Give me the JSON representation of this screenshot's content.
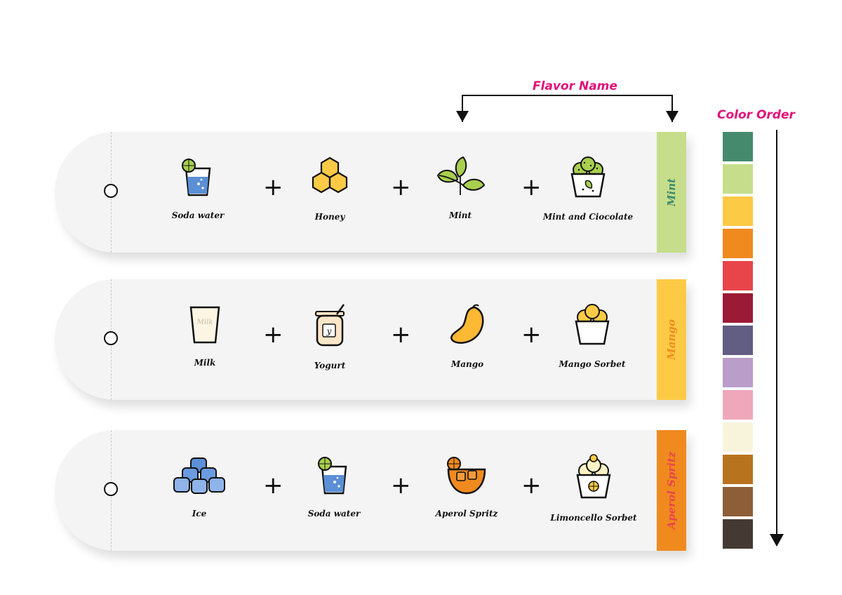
{
  "annotations": {
    "flavor_name_label": "Flavor Name",
    "color_order_label": "Color Order"
  },
  "tags": [
    {
      "flavor": "Mint",
      "band_color": "#c6de8b",
      "flavor_text_color": "#3f8a6a",
      "items": [
        {
          "label": "Soda water",
          "icon": "soda-water-icon"
        },
        {
          "label": "Honey",
          "icon": "honeycomb-icon"
        },
        {
          "label": "Mint",
          "icon": "mint-leaves-icon"
        },
        {
          "label": "Mint and Ciocolate",
          "icon": "mint-ice-cream-cup-icon"
        }
      ]
    },
    {
      "flavor": "Mango",
      "band_color": "#fdca46",
      "flavor_text_color": "#f08a1e",
      "items": [
        {
          "label": "Milk",
          "icon": "milk-glass-icon"
        },
        {
          "label": "Yogurt",
          "icon": "yogurt-jar-icon"
        },
        {
          "label": "Mango",
          "icon": "mango-icon"
        },
        {
          "label": "Mango Sorbet",
          "icon": "mango-sorbet-cup-icon"
        }
      ]
    },
    {
      "flavor": "Aperol Spritz",
      "band_color": "#f08a1e",
      "flavor_text_color": "#e8454a",
      "items": [
        {
          "label": "Ice",
          "icon": "ice-cubes-icon"
        },
        {
          "label": "Soda water",
          "icon": "soda-water-icon"
        },
        {
          "label": "Aperol Spritz",
          "icon": "aperol-spritz-glass-icon"
        },
        {
          "label": "Limoncello Sorbet",
          "icon": "lemon-sorbet-cup-icon"
        }
      ]
    }
  ],
  "plus_sign": "+",
  "color_order": [
    "#458a6c",
    "#c6de8b",
    "#fdca46",
    "#f08a1e",
    "#e8454a",
    "#9b1a35",
    "#625d82",
    "#bb9dca",
    "#eea7bb",
    "#f8f4dc",
    "#b8731f",
    "#8d5e38",
    "#453a33"
  ]
}
